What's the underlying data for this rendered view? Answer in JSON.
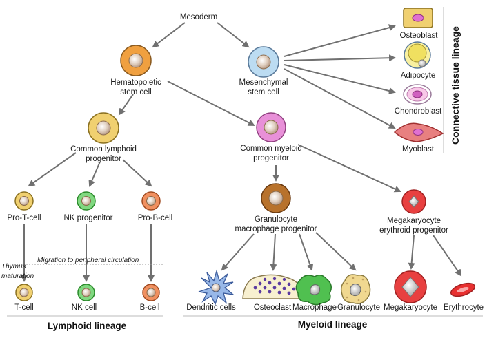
{
  "nodes": {
    "mesoderm": "Mesoderm",
    "hsc": [
      "Hematopoietic",
      "stem cell"
    ],
    "msc": [
      "Mesenchymal",
      "stem cell"
    ],
    "osteoblast": "Osteoblast",
    "adipocyte": "Adipocyte",
    "chondroblast": "Chondroblast",
    "myoblast": "Myoblast",
    "clp": [
      "Common lymphoid",
      "progenitor"
    ],
    "cmp": [
      "Common myeloid",
      "progenitor"
    ],
    "pro_t": "Pro-T-cell",
    "nk_prog": "NK progenitor",
    "pro_b": "Pro-B-cell",
    "gmp": [
      "Granulocyte",
      "macrophage progenitor"
    ],
    "mep": [
      "Megakaryocyte",
      "erythroid progenitor"
    ],
    "t_cell": "T-cell",
    "nk_cell": "NK cell",
    "b_cell": "B-cell",
    "dendritic": "Dendritic cells",
    "osteoclast": "Osteoclast",
    "macrophage": "Macrophage",
    "granulocyte": "Granulocyte",
    "megakaryocyte": "Megakaryocyte",
    "erythrocyte": "Erythrocyte"
  },
  "annotations": {
    "thymus": [
      "Thymus",
      "maturation"
    ],
    "migration": "Migration to peripheral circulation"
  },
  "lineages": {
    "connective": "Connective tissue lineage",
    "lymphoid": "Lymphoid lineage",
    "myeloid": "Myeloid lineage"
  },
  "colors": {
    "arrow": "#707070",
    "hsc": "#f0a040",
    "msc": "#bcdcf2",
    "clp": "#f0d070",
    "cmp": "#e890d8",
    "nk": "#80d880",
    "pro_b": "#f09060",
    "gmp": "#b8722c",
    "mep": "#e84040",
    "osteoblast": "#f0d070",
    "adipocyte": "#f8f0a0",
    "chondroblast": "#f8c8e8",
    "myoblast": "#e88080",
    "dendritic": "#98b8e8",
    "osteoclast": "#f8f0d0",
    "macrophage": "#50c050",
    "granulocyte": "#f0d890",
    "erythrocyte": "#e83030"
  }
}
